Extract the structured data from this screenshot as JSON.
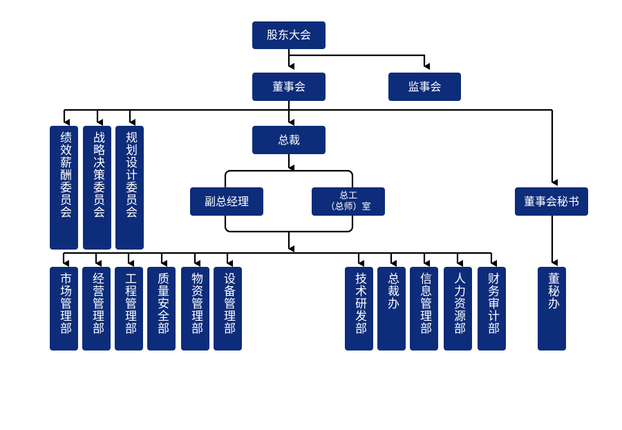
{
  "diagram": {
    "type": "org-chart",
    "colors": {
      "node_fill": "#0d2c7a",
      "node_text": "#ffffff",
      "connector": "#000000"
    },
    "top": {
      "shareholders": "股东大会",
      "board": "董事会",
      "supervisors": "监事会",
      "president": "总裁",
      "vice_gm": "副总经理",
      "chief_engineer_line1": "总工",
      "chief_engineer_line2": "（总师）室",
      "board_secretary": "董事会秘书"
    },
    "committees": [
      "绩效薪酬委员会",
      "战略决策委员会",
      "规划设计委员会"
    ],
    "departments_left": [
      "市场管理部",
      "经营管理部",
      "工程管理部",
      "质量安全部",
      "物资管理部",
      "设备管理部"
    ],
    "departments_right": [
      "技术研发部",
      "总裁办",
      "信息管理部",
      "人力资源部",
      "财务审计部"
    ],
    "secretary_office": "董秘办"
  }
}
